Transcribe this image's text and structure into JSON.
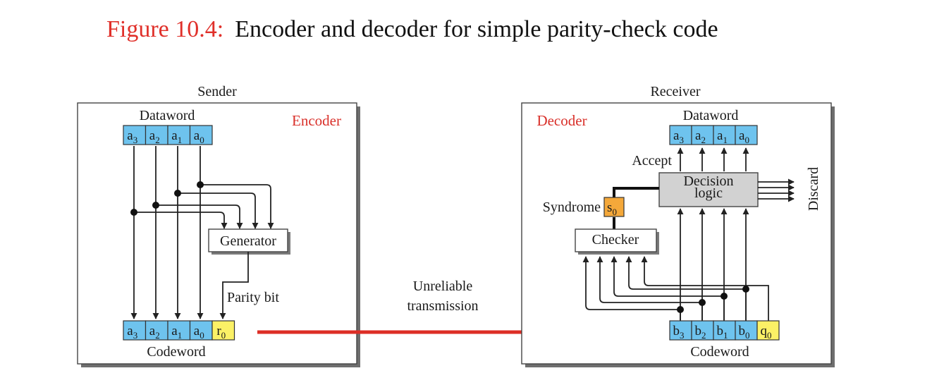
{
  "figure": {
    "number": "Figure 10.4:",
    "caption": "Encoder and decoder for simple parity-check code"
  },
  "sender": {
    "title": "Sender",
    "encoder_label": "Encoder",
    "dataword_label": "Dataword",
    "dataword_bits": [
      {
        "base": "a",
        "sub": "3"
      },
      {
        "base": "a",
        "sub": "2"
      },
      {
        "base": "a",
        "sub": "1"
      },
      {
        "base": "a",
        "sub": "0"
      }
    ],
    "generator_label": "Generator",
    "parity_bit_label": "Parity bit",
    "codeword_label": "Codeword",
    "codeword_bits": [
      {
        "base": "a",
        "sub": "3"
      },
      {
        "base": "a",
        "sub": "2"
      },
      {
        "base": "a",
        "sub": "1"
      },
      {
        "base": "a",
        "sub": "0"
      },
      {
        "base": "r",
        "sub": "0"
      }
    ]
  },
  "channel": {
    "line1": "Unreliable",
    "line2": "transmission"
  },
  "receiver": {
    "title": "Receiver",
    "decoder_label": "Decoder",
    "dataword_label": "Dataword",
    "dataword_bits": [
      {
        "base": "a",
        "sub": "3"
      },
      {
        "base": "a",
        "sub": "2"
      },
      {
        "base": "a",
        "sub": "1"
      },
      {
        "base": "a",
        "sub": "0"
      }
    ],
    "accept_label": "Accept",
    "decision_line1": "Decision",
    "decision_line2": "logic",
    "discard_label": "Discard",
    "syndrome_label": "Syndrome",
    "syndrome_bit": {
      "base": "s",
      "sub": "0"
    },
    "checker_label": "Checker",
    "codeword_label": "Codeword",
    "codeword_bits": [
      {
        "base": "b",
        "sub": "3"
      },
      {
        "base": "b",
        "sub": "2"
      },
      {
        "base": "b",
        "sub": "1"
      },
      {
        "base": "b",
        "sub": "0"
      },
      {
        "base": "q",
        "sub": "0"
      }
    ]
  },
  "colors": {
    "title_red": "#e0302a",
    "label_red": "#d9302a",
    "arrow_red": "#dd2e26",
    "bit_blue": "#6ec3ee",
    "parity_yellow": "#fbf166",
    "syndrome_orange": "#f4a83a",
    "logic_gray": "#d2d2d2"
  }
}
